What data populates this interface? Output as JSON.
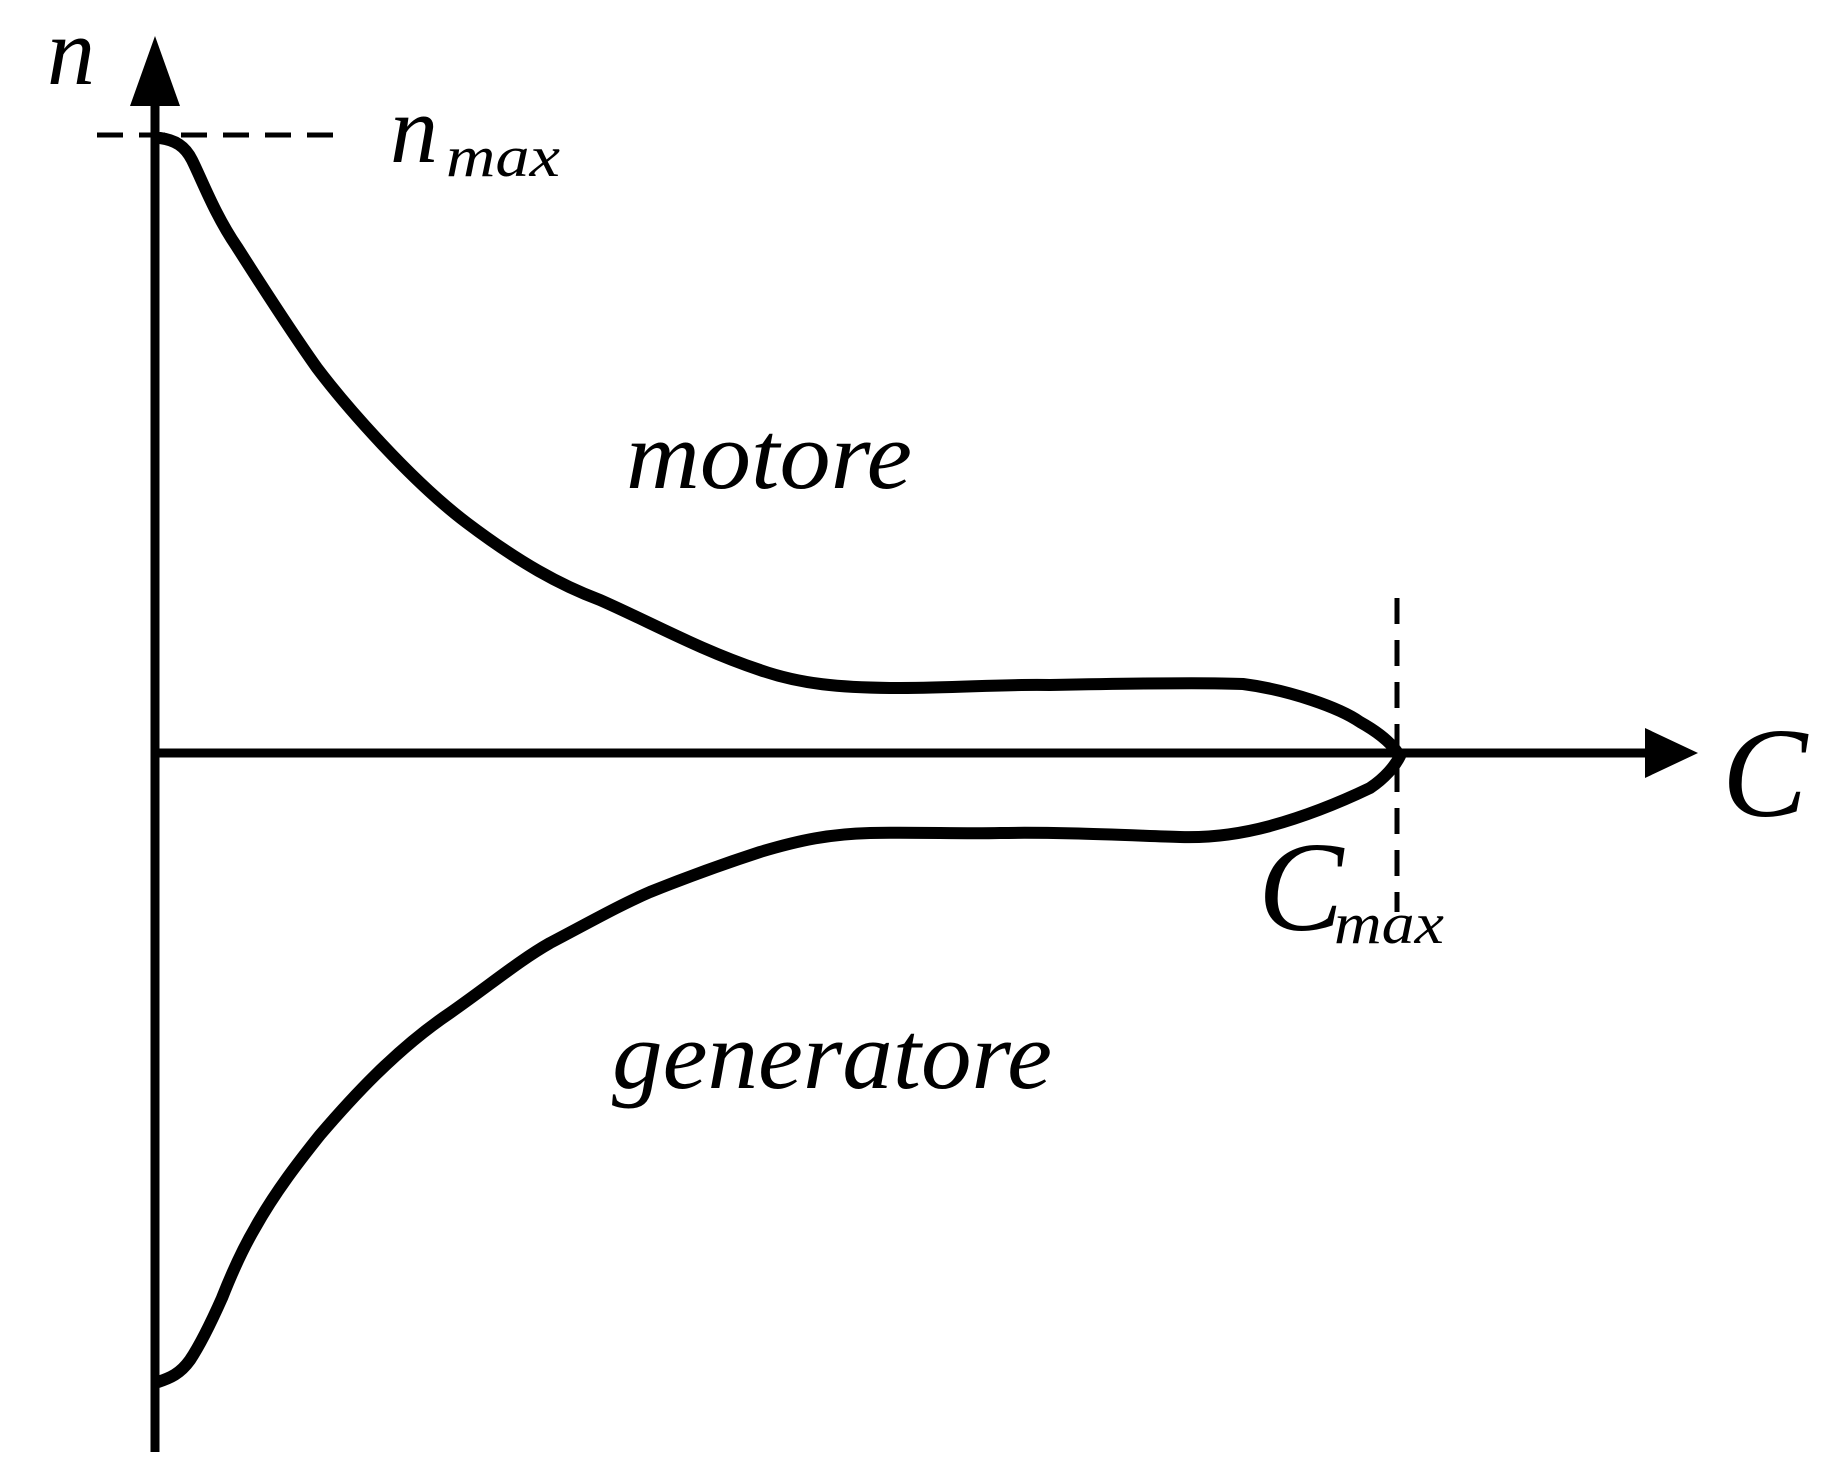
{
  "diagram": {
    "title": "",
    "description": "Torque-speed operating region: motor (upper) and generator (lower) regions bounded by n_max and C_max",
    "axes": {
      "y_label": "n",
      "x_label": "C"
    },
    "markers": {
      "n_max": {
        "base": "n",
        "subscript": "max"
      },
      "c_max": {
        "base": "C",
        "subscript": "max"
      }
    },
    "regions": {
      "motor": "motore",
      "generator": "generatore"
    },
    "colors": {
      "ink": "#000000",
      "background": "#ffffff"
    }
  }
}
